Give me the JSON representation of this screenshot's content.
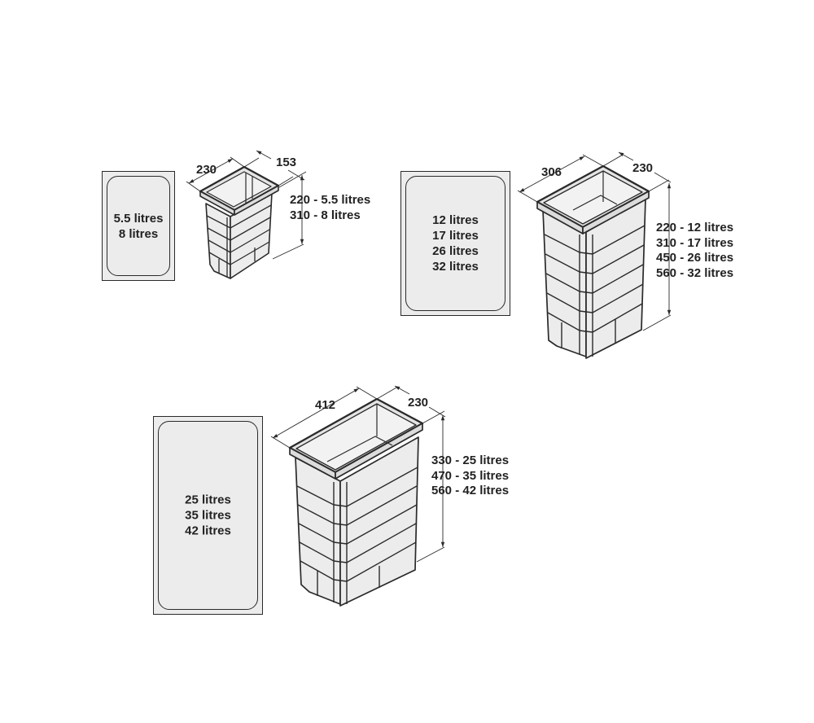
{
  "colors": {
    "background": "#ffffff",
    "fill": "#ececec",
    "line": "#2a2a2a",
    "text": "#222222"
  },
  "diagrams": [
    {
      "id": "small-bin",
      "card": {
        "capacities": [
          "5.5 litres",
          "8 litres"
        ]
      },
      "dimensions": {
        "length": "230",
        "width": "153"
      },
      "heights": [
        "220 - 5.5 litres",
        "310 - 8 litres"
      ]
    },
    {
      "id": "medium-bin",
      "card": {
        "capacities": [
          "12 litres",
          "17 litres",
          "26 litres",
          "32 litres"
        ]
      },
      "dimensions": {
        "length": "306",
        "width": "230"
      },
      "heights": [
        "220 - 12 litres",
        "310 - 17 litres",
        "450 - 26 litres",
        "560 - 32 litres"
      ]
    },
    {
      "id": "large-bin",
      "card": {
        "capacities": [
          "25 litres",
          "35 litres",
          "42 litres"
        ]
      },
      "dimensions": {
        "length": "412",
        "width": "230"
      },
      "heights": [
        "330 - 25 litres",
        "470 - 35 litres",
        "560 - 42 litres"
      ]
    }
  ]
}
